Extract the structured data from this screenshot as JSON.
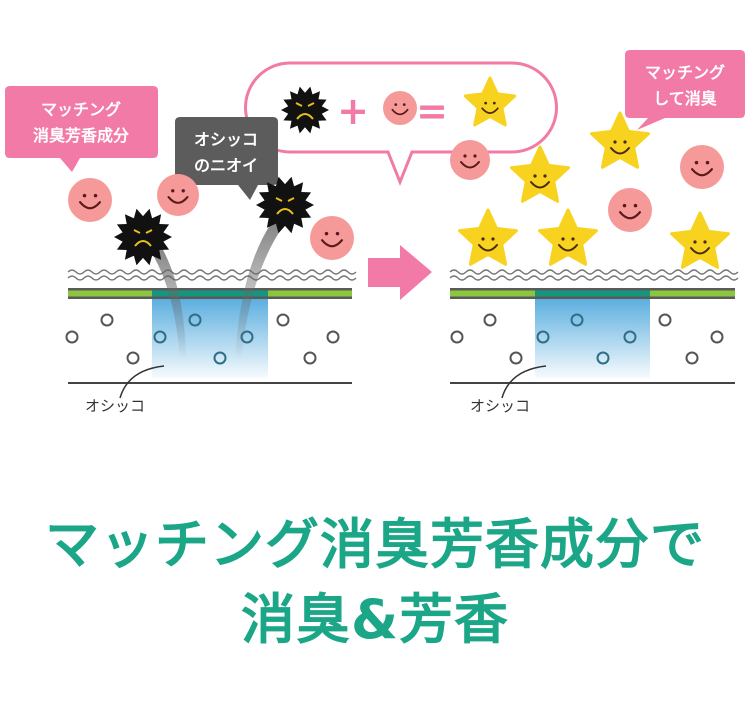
{
  "left_panel": {
    "bubble_pink": [
      "マッチング",
      "消臭芳香成分"
    ],
    "bubble_gray": [
      "オシッコ",
      "のニオイ"
    ],
    "urine_label": "オシッコ"
  },
  "equation": {
    "plus": "+",
    "equals": "="
  },
  "right_panel": {
    "bubble_pink": [
      "マッチング",
      "して消臭"
    ],
    "urine_label": "オシッコ"
  },
  "caption": {
    "line1": "マッチング消臭芳香成分で",
    "line2": "消臭&芳香"
  },
  "colors": {
    "pink": "#f27aa6",
    "gray": "#5c5c5c",
    "green_text": "#1aa687",
    "star": "#f7d21e",
    "smile": "#f59a98",
    "layer_green": "#8cc63f",
    "liquid": "#5aaee0"
  }
}
